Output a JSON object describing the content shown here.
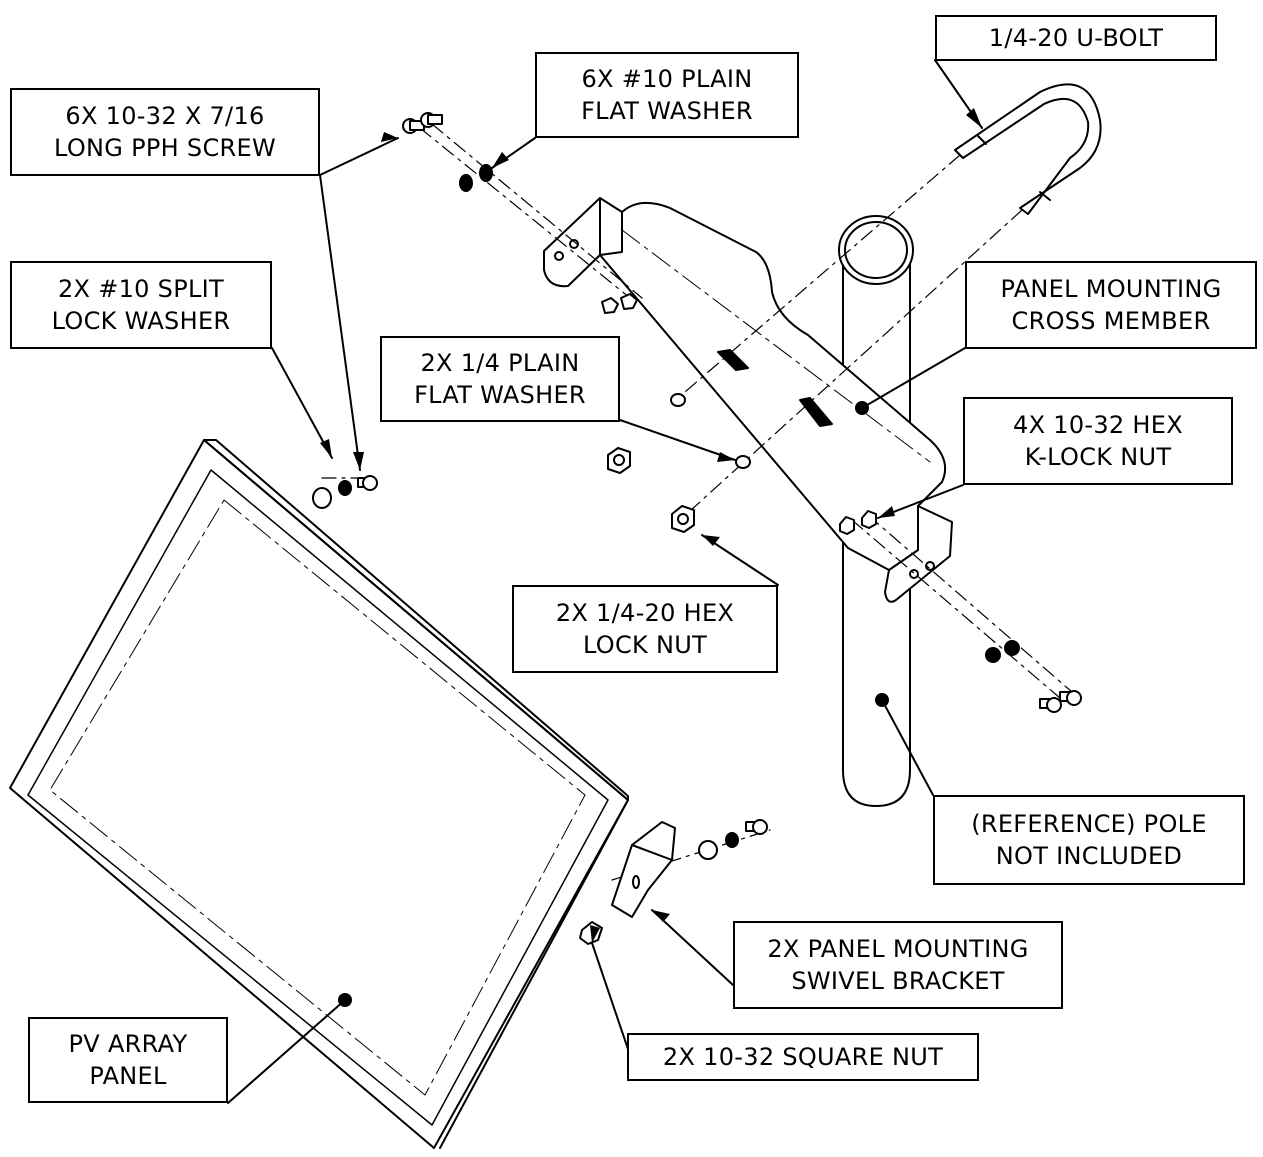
{
  "diagram": {
    "callouts": {
      "u_bolt": [
        "1/4-20 U-BOLT"
      ],
      "flat_washer_10": [
        "6X #10 PLAIN",
        "FLAT WASHER"
      ],
      "pph_screw": [
        "6X 10-32 X 7/16",
        "LONG PPH SCREW"
      ],
      "split_lock_washer": [
        "2X #10 SPLIT",
        "LOCK WASHER"
      ],
      "cross_member": [
        "PANEL MOUNTING",
        "CROSS MEMBER"
      ],
      "flat_washer_quarter": [
        "2X 1/4 PLAIN",
        "FLAT WASHER"
      ],
      "k_lock_nut": [
        "4X 10-32 HEX",
        "K-LOCK NUT"
      ],
      "hex_lock_nut": [
        "2X 1/4-20 HEX",
        "LOCK NUT"
      ],
      "pole": [
        "(REFERENCE) POLE",
        "NOT INCLUDED"
      ],
      "swivel_bracket": [
        "2X PANEL MOUNTING",
        "SWIVEL BRACKET"
      ],
      "pv_panel": [
        "PV ARRAY",
        "PANEL"
      ],
      "square_nut": [
        "2X 10-32 SQUARE NUT"
      ]
    },
    "colors": {
      "line": "#000000",
      "background": "#ffffff"
    }
  }
}
